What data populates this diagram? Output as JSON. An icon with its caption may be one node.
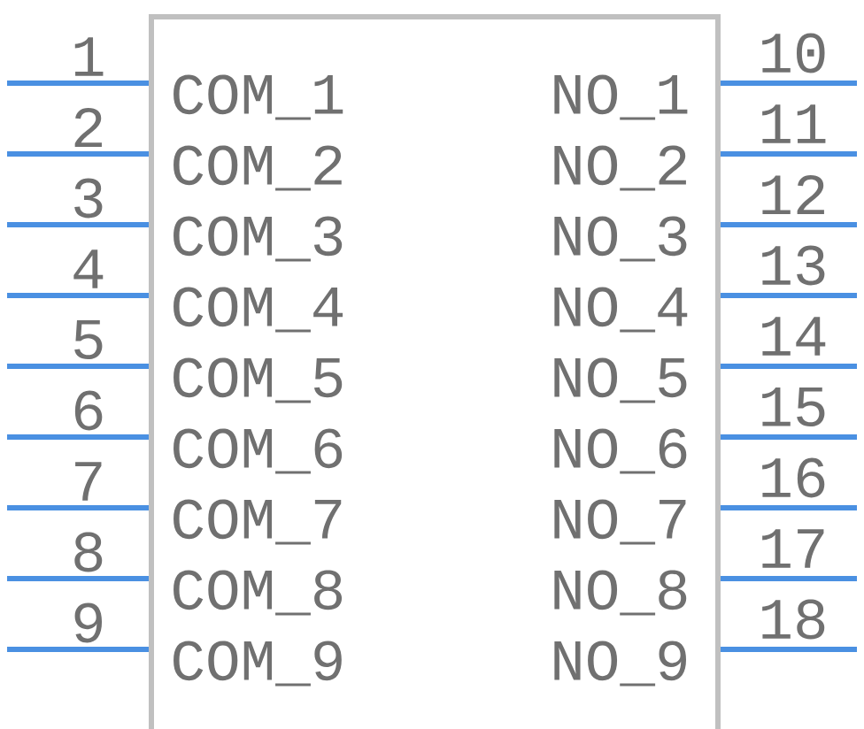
{
  "diagram": {
    "nodes": [
      {
        "text": [
          "COM_1",
          "NO_1",
          "COM_2",
          "NO_2",
          "COM_3",
          "NO_3",
          "COM_4",
          "NO_4",
          "COM_5",
          "NO_5",
          "COM_6",
          "NO_6",
          "COM_7",
          "NO_7",
          "COM_8",
          "NO_8",
          "COM_9",
          "NO_9"
        ]
      }
    ],
    "labels": [
      "1",
      "2",
      "3",
      "4",
      "5",
      "6",
      "7",
      "8",
      "9",
      "10",
      "11",
      "12",
      "13",
      "14",
      "15",
      "16",
      "17",
      "18"
    ]
  }
}
